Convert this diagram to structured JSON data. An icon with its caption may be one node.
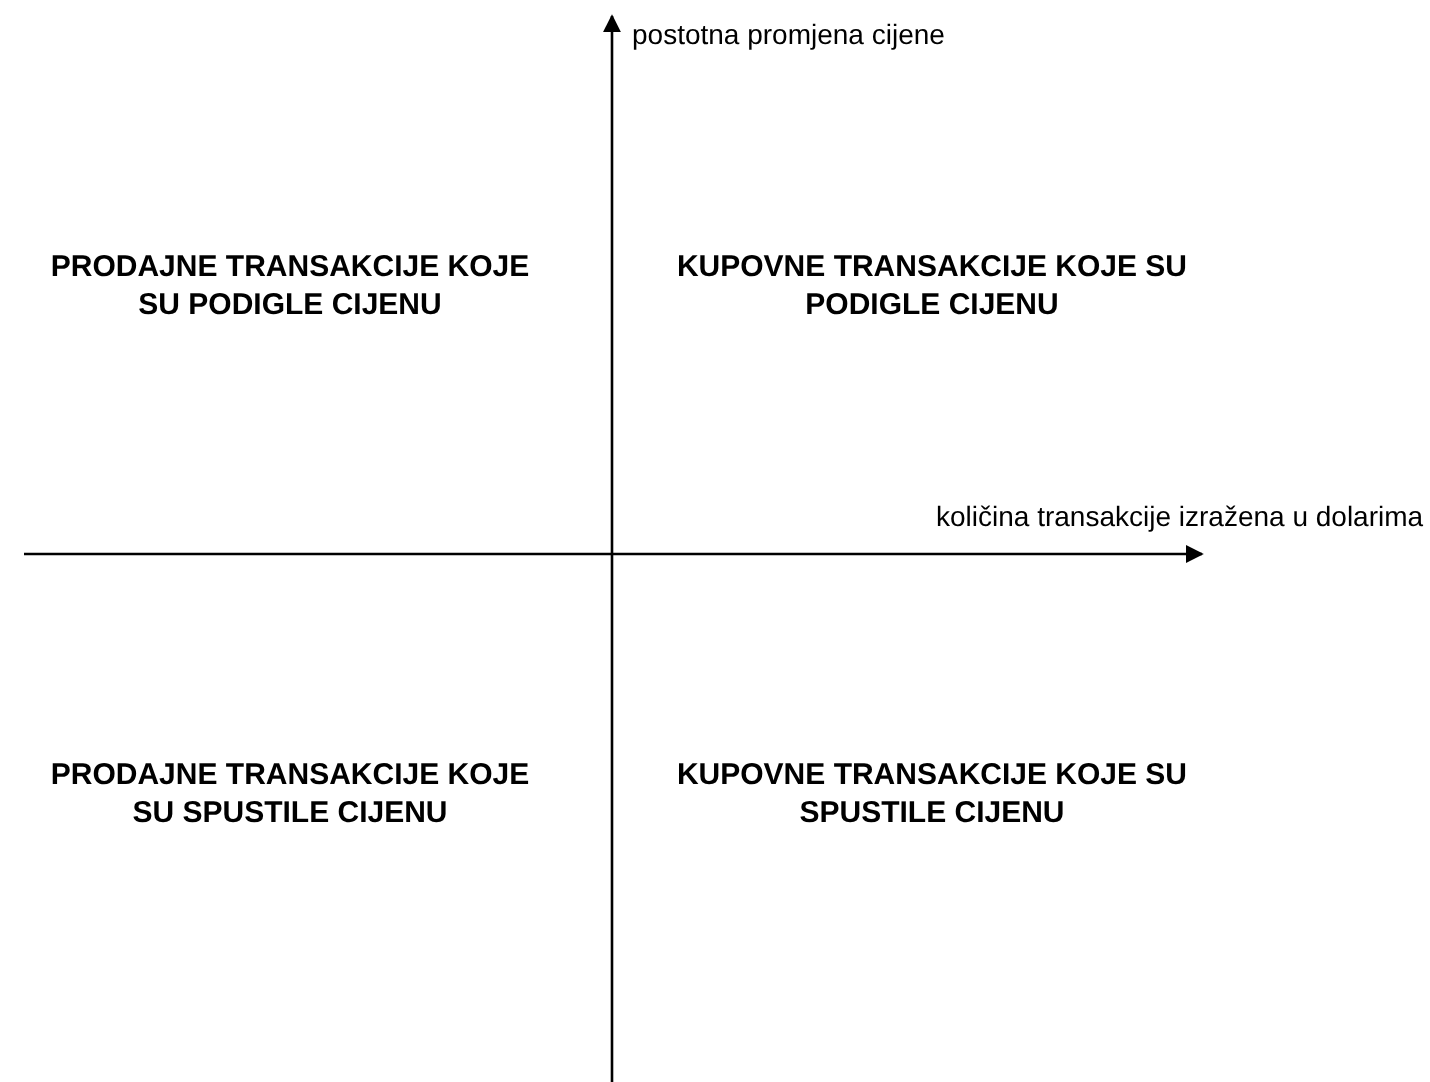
{
  "diagram": {
    "labels": [
      "postotna promjena cijene",
      "PRODAJNE TRANSAKCIJE KOJE SU PODIGLE CIJENU",
      "KUPOVNE TRANSAKCIJE KOJE SU PODIGLE CIJENU",
      "količina transakcije izražena u dolarima",
      "PRODAJNE TRANSAKCIJE KOJE SU SPUSTILE CIJENU",
      "KUPOVNE TRANSAKCIJE KOJE SU SPUSTILE CIJENU"
    ]
  }
}
